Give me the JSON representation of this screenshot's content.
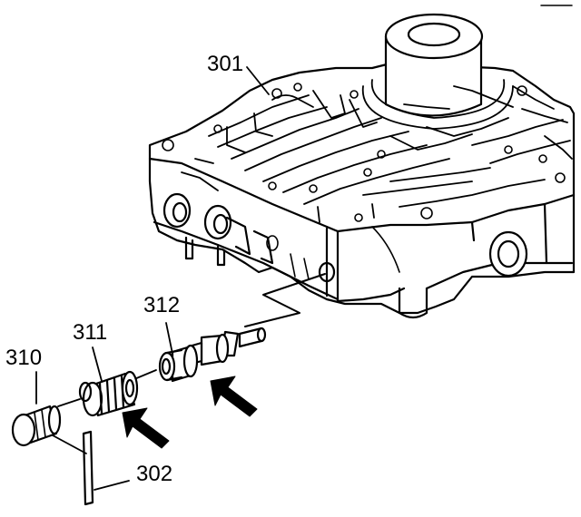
{
  "figure": {
    "callouts": {
      "valve_body": "301",
      "pin": "302",
      "plug": "310",
      "bore_plug": "311",
      "valve": "312"
    },
    "line_color": "#000000",
    "background": "#ffffff"
  }
}
